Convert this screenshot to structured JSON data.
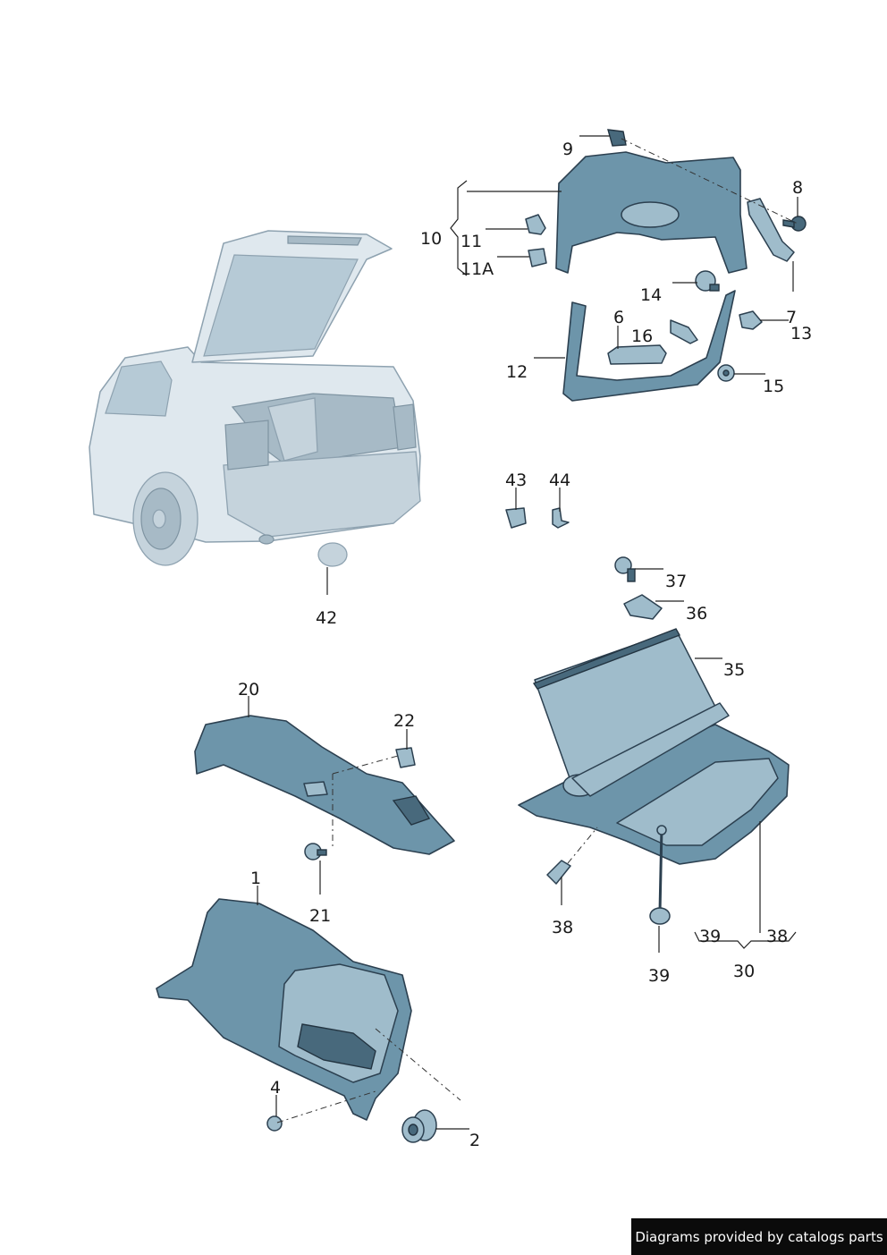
{
  "diagram": {
    "callouts": {
      "c1": "1",
      "c2": "2",
      "c4": "4",
      "c6": "6",
      "c7": "7",
      "c8": "8",
      "c9": "9",
      "c10": "10",
      "c11": "11",
      "c11a": "11A",
      "c12": "12",
      "c13": "13",
      "c14": "14",
      "c15": "15",
      "c16": "16",
      "c20": "20",
      "c21": "21",
      "c22": "22",
      "c30": "30",
      "c35": "35",
      "c36": "36",
      "c37": "37",
      "c38a": "38",
      "c38b": "38",
      "c39a": "39",
      "c39b": "39",
      "c42": "42",
      "c43": "43",
      "c44": "44"
    }
  },
  "footer": {
    "text": "Diagrams provided by catalogs parts"
  }
}
